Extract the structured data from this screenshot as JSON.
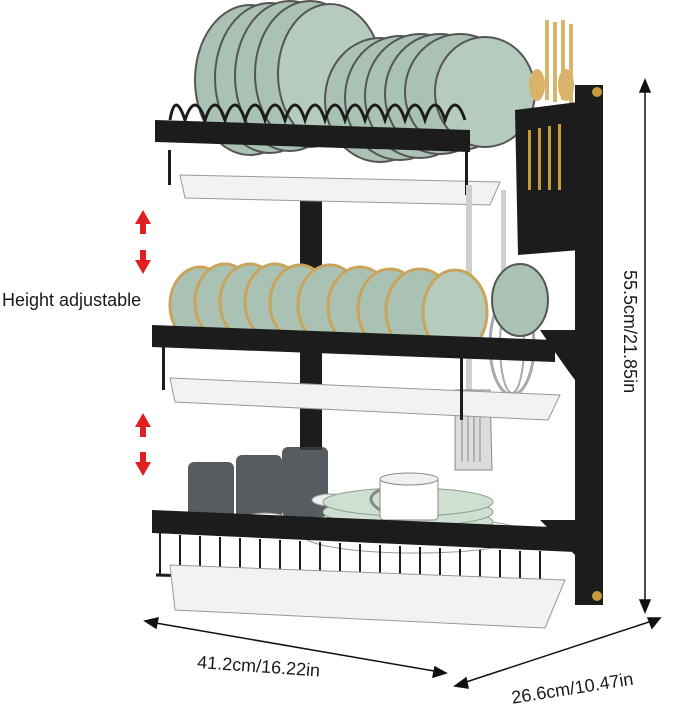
{
  "annotations": {
    "adjustable_label": "Height adjustable",
    "height_dim": "55.5cm/21.85in",
    "width_dim": "41.2cm/16.22in",
    "depth_dim": "26.6cm/10.47in"
  },
  "colors": {
    "frame": "#1c1c1c",
    "plates": "#a9c2b4",
    "plate_rim": "#c9a45a",
    "tray": "#f2f2f2",
    "arrow": "#e02020",
    "utensil_gold": "#d9b36a",
    "steel": "#cfcfcf"
  }
}
